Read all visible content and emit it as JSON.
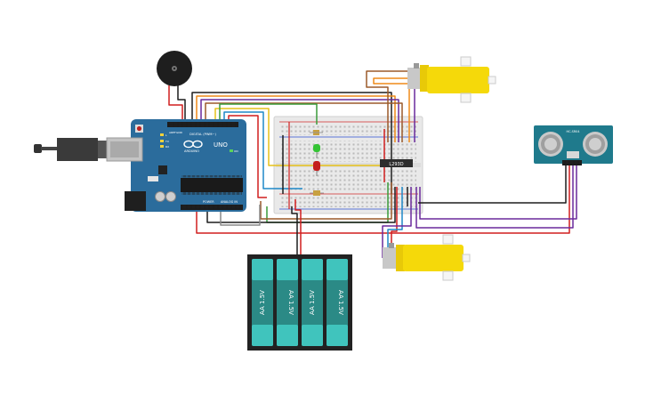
{
  "arduino": {
    "brand": "ARDUINO",
    "model": "UNO",
    "digital_label": "DIGITAL (PWM~)",
    "power_label": "POWER",
    "analog_label": "ANALOG IN",
    "aref_label": "AREF",
    "gnd_label": "GND",
    "tx_label": "TX",
    "rx_label": "RX",
    "l_label": "L",
    "on_label": "ON"
  },
  "driver": {
    "label": "L293D"
  },
  "sensor": {
    "label": "HC-SR04"
  },
  "battery": {
    "cells": [
      "AA 1.5V",
      "AA 1.5V",
      "AA 1.5V",
      "AA 1.5V"
    ]
  },
  "colors": {
    "arduino_board": "#2b6c9c",
    "breadboard": "#e8e8e8",
    "motor_yellow": "#f5d90a",
    "battery_teal": "#2b8a86",
    "battery_light": "#40c4bd",
    "wire_red": "#d11e1e",
    "wire_black": "#1d1d1d",
    "wire_brown": "#9c5a2a",
    "wire_orange": "#ef8a19",
    "wire_purple": "#6a2a9c",
    "wire_blue": "#1e88c8",
    "wire_green": "#3a9c3a",
    "wire_yellow": "#e6c21a",
    "wire_gray": "#888888"
  }
}
